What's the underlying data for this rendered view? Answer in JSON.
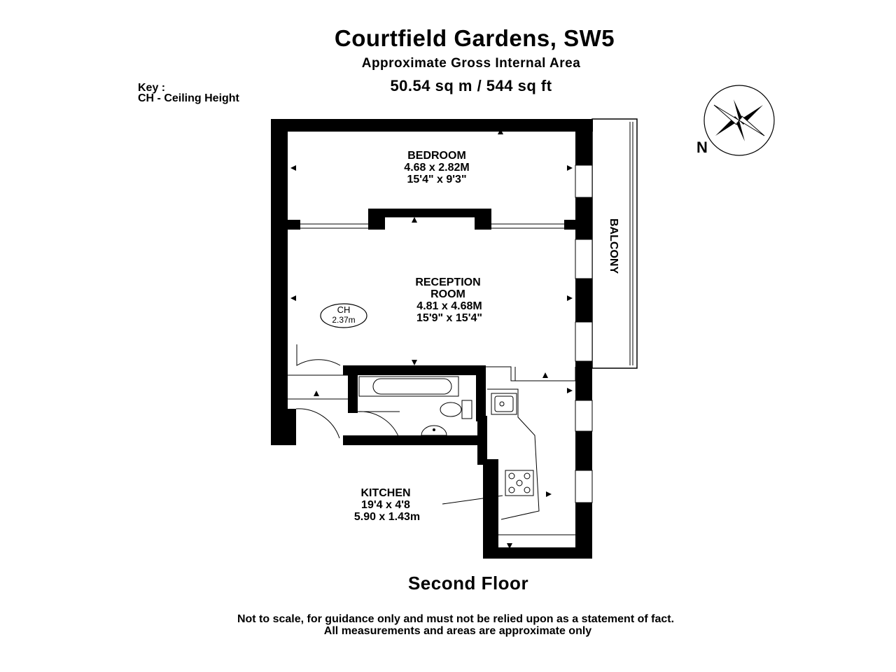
{
  "header": {
    "title": "Courtfield Gardens, SW5",
    "subtitle": "Approximate Gross Internal Area",
    "area": "50.54 sq m /  544 sq ft"
  },
  "key": {
    "title": "Key :",
    "ch": "CH - Ceiling Height"
  },
  "compass": {
    "label": "N"
  },
  "rooms": {
    "bedroom": {
      "name": "BEDROOM",
      "metric": "4.68 x 2.82M",
      "imperial": "15'4\" x 9'3\""
    },
    "reception": {
      "name_line1": "RECEPTION",
      "name_line2": "ROOM",
      "metric": "4.81 x 4.68M",
      "imperial": "15'9\" x 15'4\""
    },
    "kitchen": {
      "name": "KITCHEN",
      "imperial": "19'4 x 4'8",
      "metric": "5.90 x 1.43m"
    },
    "balcony": {
      "name": "BALCONY"
    }
  },
  "ceiling_height": {
    "label": "CH",
    "value": "2.37m"
  },
  "floor": {
    "name": "Second Floor"
  },
  "disclaimer": {
    "line1": "Not to scale, for guidance only and must not be relied upon as a statement of fact.",
    "line2": "All measurements and areas are approximate only"
  }
}
